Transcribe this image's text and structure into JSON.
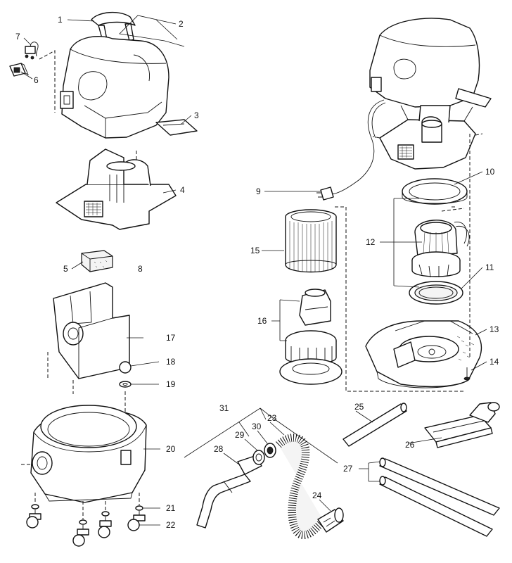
{
  "callouts": [
    "1",
    "2",
    "3",
    "4",
    "5",
    "6",
    "7",
    "8",
    "9",
    "10",
    "11",
    "12",
    "13",
    "14",
    "15",
    "16",
    "17",
    "18",
    "19",
    "20",
    "21",
    "22",
    "23",
    "24",
    "25",
    "26",
    "27",
    "28",
    "29",
    "30",
    "31"
  ],
  "colors": {
    "line": "#111111",
    "paper": "#ffffff",
    "shade": "#f4f4f4"
  }
}
